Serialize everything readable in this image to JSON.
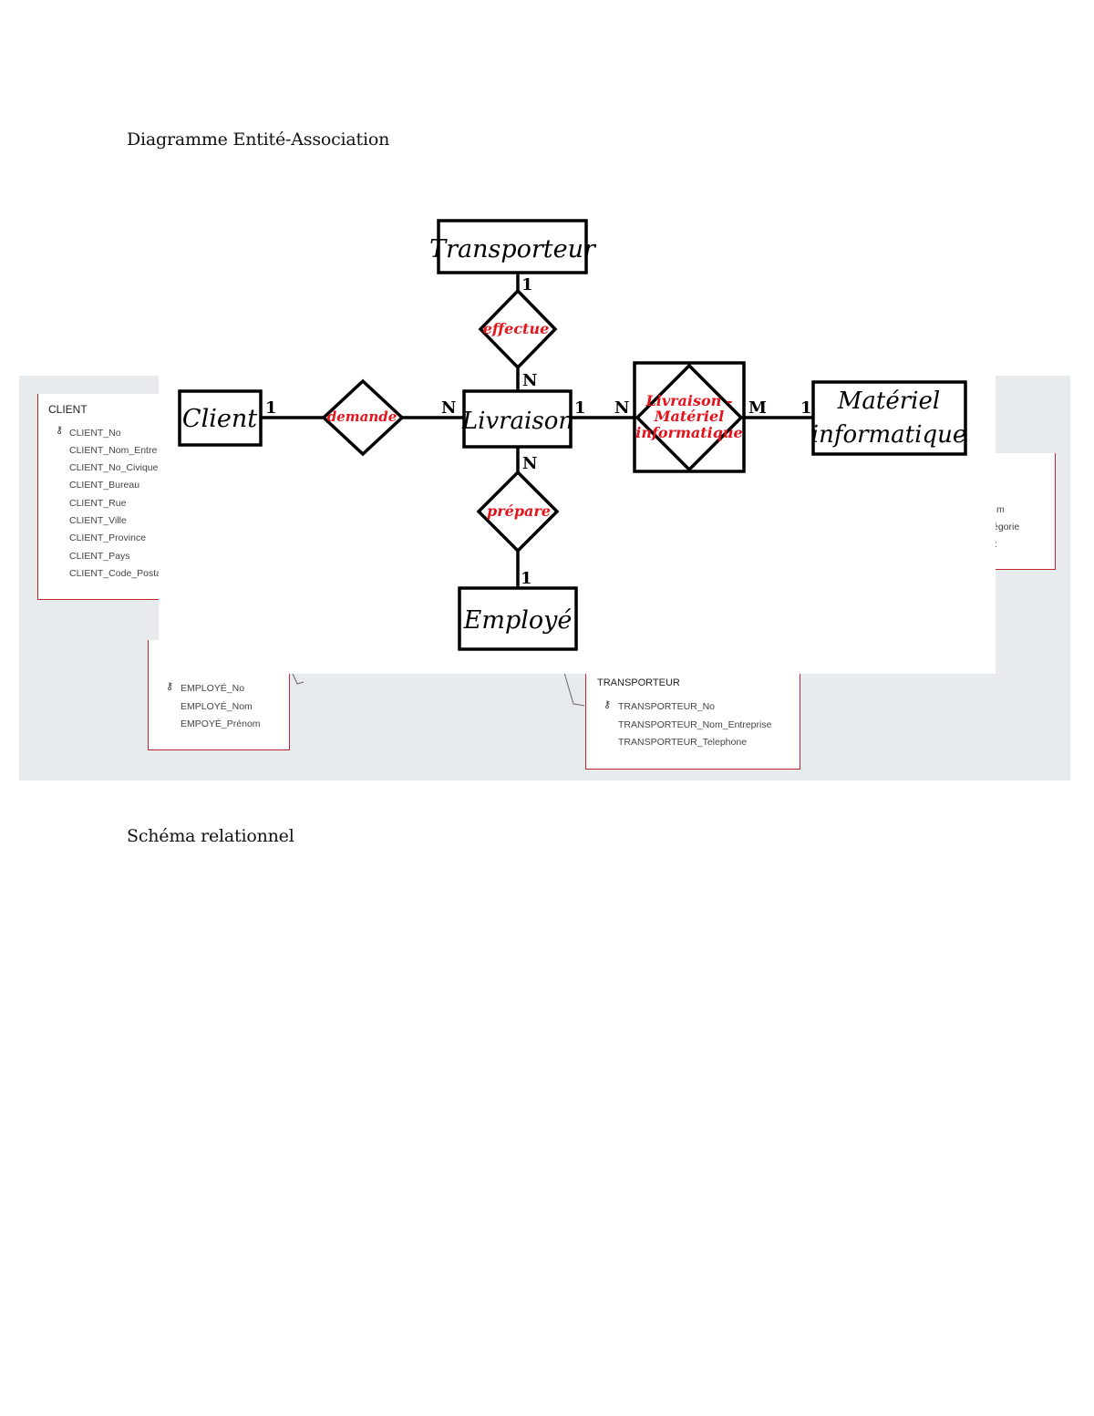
{
  "document": {
    "heading_1": "Diagramme Entité-Association",
    "heading_2": "Schéma relationnel"
  },
  "er_diagram": {
    "entities": {
      "transporteur": "Transporteur",
      "client": "Client",
      "livraison": "Livraison",
      "employe": "Employé",
      "materiel_line1": "Matériel",
      "materiel_line2": "informatique",
      "assoc_entity_line1": "Livraison -",
      "assoc_entity_line2": "Matériel",
      "assoc_entity_line3": "informatique"
    },
    "relationships": {
      "effectue": "effectue",
      "demande": "demande",
      "prepare": "prépare"
    },
    "cardinalities": {
      "transporteur_effectue": "1",
      "effectue_livraison": "N",
      "client_demande": "1",
      "demande_livraison": "N",
      "livraison_assoc": "1",
      "assoc_from_livraison": "N",
      "assoc_to_materiel": "M",
      "materiel_side": "1",
      "livraison_prepare": "N",
      "prepare_employe": "1"
    }
  },
  "relations_screenshot": {
    "client": {
      "title": "CLIENT",
      "fields": [
        "CLIENT_No",
        "CLIENT_Nom_Entre",
        "CLIENT_No_Civique",
        "CLIENT_Bureau",
        "CLIENT_Rue",
        "CLIENT_Ville",
        "CLIENT_Province",
        "CLIENT_Pays",
        "CLIENT_Code_Posta"
      ]
    },
    "employe": {
      "fields": [
        "EMPLOYÉ_No",
        "EMPLOYÉ_Nom",
        "EMPOYÉ_Prénom"
      ]
    },
    "transporteur": {
      "title": "TRANSPORTEUR",
      "fields": [
        "TRANSPORTEUR_No",
        "TRANSPORTEUR_Nom_Entreprise",
        "TRANSPORTEUR_Telephone"
      ]
    },
    "materiel_partial": {
      "fields": [
        "m",
        "égorie",
        ":"
      ]
    }
  }
}
